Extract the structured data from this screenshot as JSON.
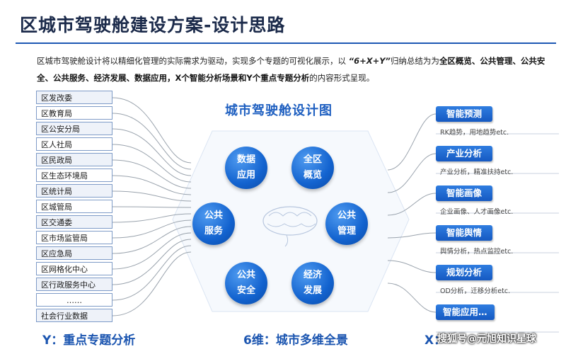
{
  "title": "区城市驾驶舱建设方案-设计思路",
  "intro": {
    "part1": "区城市驾驶舱设计将以精细化管理的实际需求为驱动，实现多个专题的可视化展示，以",
    "formula": "“6+X+Y”",
    "part2": "归纳总结为为",
    "highlight": "全区概览、公共管理、公共安全、公共服务、经济发展、数据应用，X个智能分析场景和Y个重点专题分析",
    "part3": "的内容形式呈现。"
  },
  "departments": [
    "区发改委",
    "区教育局",
    "区公安分局",
    "区人社局",
    "区民政局",
    "区生态环境局",
    "区统计局",
    "区城管局",
    "区交通委",
    "区市场监管局",
    "区应急局",
    "区网格化中心",
    "区行政服务中心",
    "……",
    "社会行业数据"
  ],
  "diagram": {
    "title": "城市驾驶舱设计图",
    "nodes": [
      {
        "line1": "数据",
        "line2": "应用"
      },
      {
        "line1": "全区",
        "line2": "概览"
      },
      {
        "line1": "公共",
        "line2": "服务"
      },
      {
        "line1": "公共",
        "line2": "管理"
      },
      {
        "line1": "公共",
        "line2": "安全"
      },
      {
        "line1": "经济",
        "line2": "发展"
      }
    ]
  },
  "scenarios": [
    {
      "label": "智能预测",
      "desc": "RK趋势，用地趋势etc."
    },
    {
      "label": "产业分析",
      "desc": "产业分析，精准扶持etc."
    },
    {
      "label": "智能画像",
      "desc": "企业画像、人才画像etc."
    },
    {
      "label": "智能舆情",
      "desc": "舆情分析，热点监控etc."
    },
    {
      "label": "规划分析",
      "desc": "OD分析，迁移分析etc."
    },
    {
      "label": "智能应用…",
      "desc": ""
    }
  ],
  "bottom": {
    "y_label": "Y：重点专题分析",
    "d_label": "6维：城市多维全景",
    "x_label": "X：",
    "watermark": "搜狐号@元旭知识星球"
  },
  "colors": {
    "accent": "#1e5fc0",
    "node": "#1363cf",
    "title": "#1b2a4a"
  }
}
